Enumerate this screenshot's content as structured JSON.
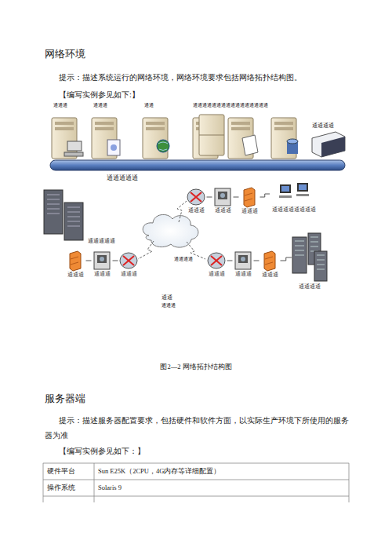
{
  "diagram": {
    "title": "网络环境",
    "caption": "图2—2 网络拓扑结构图",
    "nodes": [
      {
        "text": [
          "通通通"
        ]
      },
      {
        "text": [
          "通通通"
        ]
      },
      {
        "text": [
          "通通通"
        ]
      },
      {
        "text": [
          "通通通通通通通通"
        ]
      },
      {
        "text": [
          "通通通"
        ]
      },
      {
        "text": [
          "通通通"
        ]
      },
      {
        "text": [
          "通通通"
        ]
      },
      {
        "text": [
          "通通通"
        ]
      },
      {
        "text": [
          "通通通"
        ]
      },
      {
        "text": [
          "通通通"
        ]
      },
      {
        "text": [
          "通通通通"
        ]
      }
    ],
    "edges": [
      {
        "from": 0,
        "to": 1,
        "arrow": "none"
      },
      {
        "from": 1,
        "to": 2,
        "arrow": "none"
      },
      {
        "from": 2,
        "to": 3,
        "arrow": "none"
      },
      {
        "from": 4,
        "to": 5,
        "arrow": "none"
      },
      {
        "from": 5,
        "to": 6,
        "arrow": "none"
      },
      {
        "from": 7,
        "to": 8,
        "arrow": "none"
      },
      {
        "from": 8,
        "to": 9,
        "arrow": "none"
      },
      {
        "from": 9,
        "to": 10,
        "arrow": "none"
      }
    ],
    "labels": [
      "提示：描述系统运行的网络环境，网络环境要求包括网络拓扑结构图。",
      "【编写实例参见如下:】",
      "通通通",
      "通通通",
      "通通",
      "通通通通通通通通通通通通通通通通",
      "通通通通",
      "通通通通通",
      "通通通通通",
      "通通通通",
      "通通",
      "通通通",
      "服务器端",
      "提示：描述服务器配置要求，包括硬件和软件方面，以实际生产环境下所使用的服务器为准",
      "【编写实例参见如下：】",
      "硬件平台",
      "Sun E25K（2CPU，4G内存等详细配置）",
      "操作系统",
      "Solaris 9"
    ]
  }
}
